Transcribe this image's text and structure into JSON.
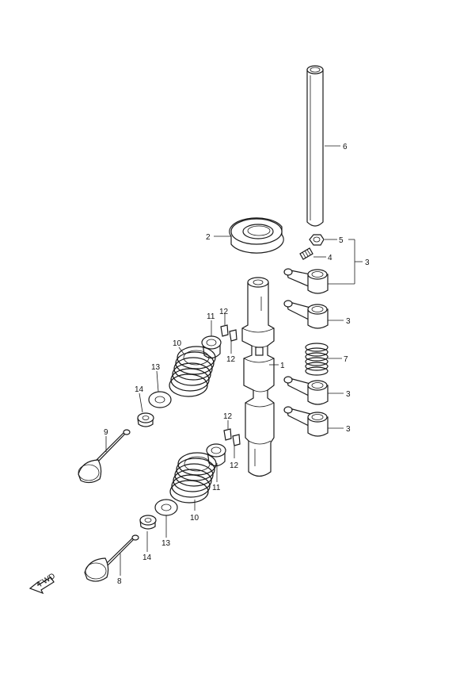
{
  "callouts": {
    "c1": "1",
    "c2": "2",
    "c3a": "3",
    "c3b": "3",
    "c3c": "3",
    "c3d": "3",
    "c4": "4",
    "c5": "5",
    "c6": "6",
    "c7": "7",
    "c8": "8",
    "c9": "9",
    "c10a": "10",
    "c10b": "10",
    "c11a": "11",
    "c11b": "11",
    "c12a": "12",
    "c12b": "12",
    "c12c": "12",
    "c12d": "12",
    "c13a": "13",
    "c13b": "13",
    "c14a": "14",
    "c14b": "14"
  },
  "fwd_label": "FWD"
}
